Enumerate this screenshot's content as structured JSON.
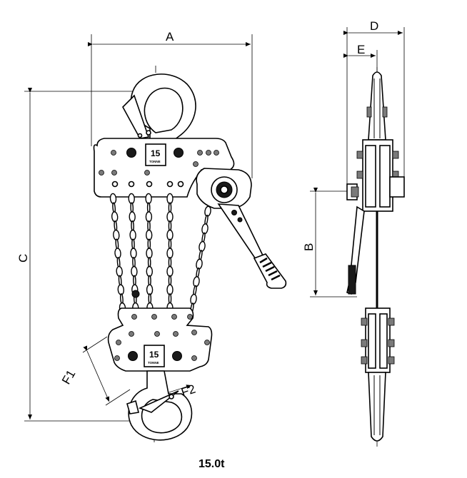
{
  "caption": "15.0t",
  "plate": {
    "number": "15",
    "unit": "TONNE"
  },
  "dimensions": {
    "A": "A",
    "B": "B",
    "C": "C",
    "D": "D",
    "E": "E",
    "F1": "F1",
    "F2": "F2"
  }
}
